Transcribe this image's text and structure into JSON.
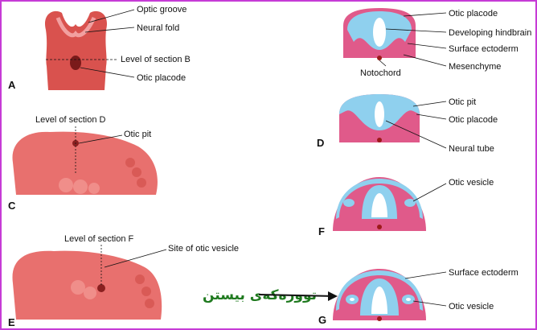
{
  "panels": {
    "A": {
      "letter": "A",
      "labels": {
        "optic_groove": "Optic groove",
        "neural_fold": "Neural fold",
        "level_b": "Level of section B",
        "otic_placode": "Otic placode"
      }
    },
    "C": {
      "letter": "C",
      "labels": {
        "level_d": "Level of section D",
        "otic_pit": "Otic pit"
      }
    },
    "E": {
      "letter": "E",
      "labels": {
        "level_f": "Level of section F",
        "site_vesicle": "Site of otic vesicle"
      }
    },
    "B": {
      "labels": {
        "otic_placode": "Otic placode",
        "hindbrain": "Developing hindbrain",
        "surface_ectoderm": "Surface ectoderm",
        "mesenchyme": "Mesenchyme",
        "notochord": "Notochord"
      }
    },
    "D": {
      "letter": "D",
      "labels": {
        "otic_pit": "Otic pit",
        "otic_placode": "Otic placode",
        "neural_tube": "Neural tube"
      }
    },
    "F": {
      "letter": "F",
      "labels": {
        "otic_vesicle": "Otic vesicle"
      }
    },
    "G": {
      "letter": "G",
      "labels": {
        "surface_ectoderm": "Surface ectoderm",
        "otic_vesicle": "Otic vesicle"
      }
    }
  },
  "annotation": {
    "text": "تووره‌كه‌ی بیستن",
    "color": "#1f7a1f"
  },
  "colors": {
    "tissue": "#e05a8a",
    "ectoderm": "#8fd0ee",
    "embryo": "#e8706e",
    "border": "#c63bd6"
  }
}
